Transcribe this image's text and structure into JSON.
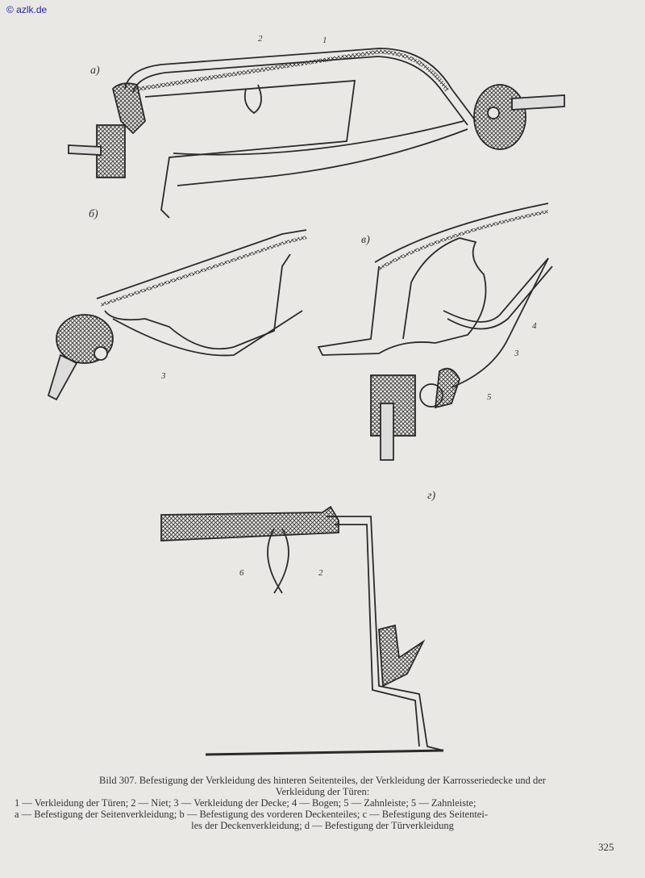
{
  "watermark": "© azlk.de",
  "figure": {
    "labels": {
      "a": "a)",
      "b": "б)",
      "c": "в)",
      "d": "г)"
    },
    "callouts": {
      "a_1": "1",
      "a_2": "2",
      "b_3": "3",
      "c_4": "4",
      "c_3": "3",
      "c_5": "5",
      "d_6": "6",
      "d_2": "2"
    }
  },
  "caption": {
    "title_line1": "Bild 307. Befestigung der Verkleidung des hinteren Seitenteiles, der Verkleidung der Karrosseriedecke und der",
    "title_line2": "Verkleidung der Türen:",
    "legend_line1": "1 — Verkleidung der Türen; 2 — Niet; 3 — Verkleidung der Decke; 4 — Bogen; 5 — Zahnleiste; 5 — Zahnleiste;",
    "legend_line2": "a — Befestigung der Seitenverkleidung; b — Befestigung des vorderen Deckenteiles; c — Befestigung des Seitentei-",
    "legend_line3": "les der Deckenverkleidung; d — Befestigung der Türverkleidung"
  },
  "page_number": "325"
}
